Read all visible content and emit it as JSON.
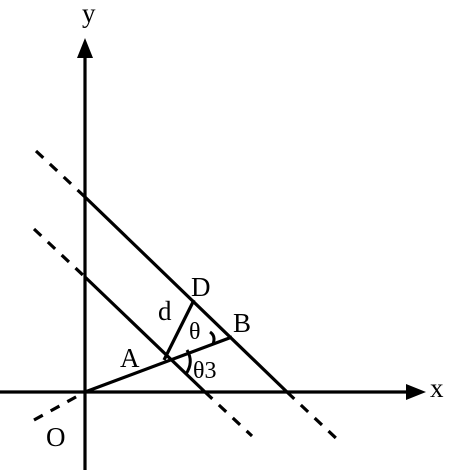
{
  "labels": {
    "x_axis": "x",
    "y_axis": "y",
    "origin": "O",
    "point_a": "A",
    "point_b": "B",
    "point_d": "D",
    "distance": "d",
    "angle_theta": "θ",
    "angle_theta3": "θ3"
  }
}
